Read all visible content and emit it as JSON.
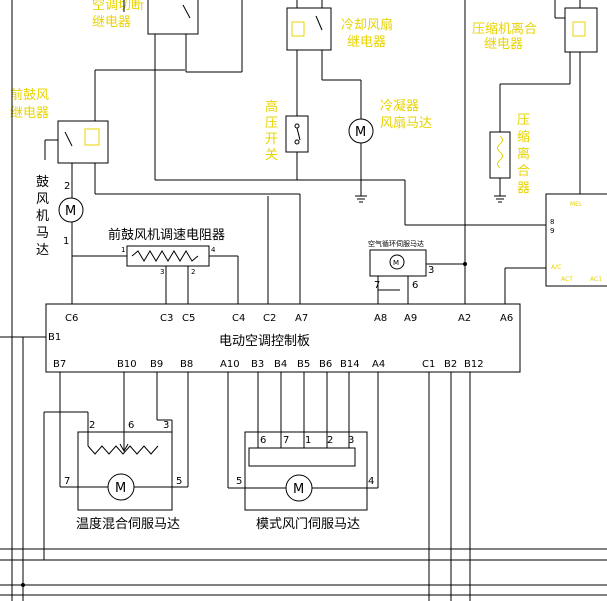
{
  "relays": {
    "ac_cutoff": [
      "空调切断",
      "继电器"
    ],
    "cooling_fan": [
      "冷却风扇",
      "继电器"
    ],
    "compressor_clutch": [
      "压缩机离合",
      "继电器"
    ],
    "front_blower": [
      "前鼓风",
      "继电器"
    ]
  },
  "components": {
    "blower_motor": [
      "鼓",
      "风",
      "机",
      "马",
      "达"
    ],
    "pressure_switch": [
      "高",
      "压",
      "开",
      "关"
    ],
    "condenser_fan": [
      "冷凝器",
      "风扇马达"
    ],
    "compressor_clutch": [
      "压",
      "缩",
      "离",
      "合",
      "器"
    ],
    "blower_resistor": "前鼓风机调速电阻器",
    "air_recirc_servo": "空气循环伺服马达",
    "controller": "电动空调控制板",
    "temp_servo": "温度混合伺服马达",
    "mode_servo": "模式风门伺服马达"
  },
  "motor_glyph": "M",
  "pins_top": [
    "C6",
    "C3",
    "C5",
    "C4",
    "C2",
    "A7",
    "A8",
    "A9",
    "A2",
    "A6"
  ],
  "pins_bottom": [
    "B7",
    "B10",
    "B9",
    "B8",
    "A10",
    "B3",
    "B4",
    "B5",
    "B6",
    "B14",
    "A4",
    "C1",
    "B2",
    "B12"
  ],
  "pin_left": "B1",
  "ecm_pins": [
    "MEL",
    "A/C",
    "ACT",
    "AC1"
  ],
  "terminal_numbers": {
    "resistor": [
      "1",
      "4",
      "3",
      "2"
    ],
    "servo_air": [
      "7",
      "6",
      "3"
    ],
    "temp": [
      "2",
      "6",
      "3",
      "7",
      "5"
    ],
    "mode_top": [
      "6",
      "7",
      "1",
      "2",
      "3"
    ],
    "mode_side": [
      "5",
      "4"
    ],
    "blower": [
      "2",
      "1"
    ],
    "ecm_side": [
      "8",
      "9"
    ]
  }
}
